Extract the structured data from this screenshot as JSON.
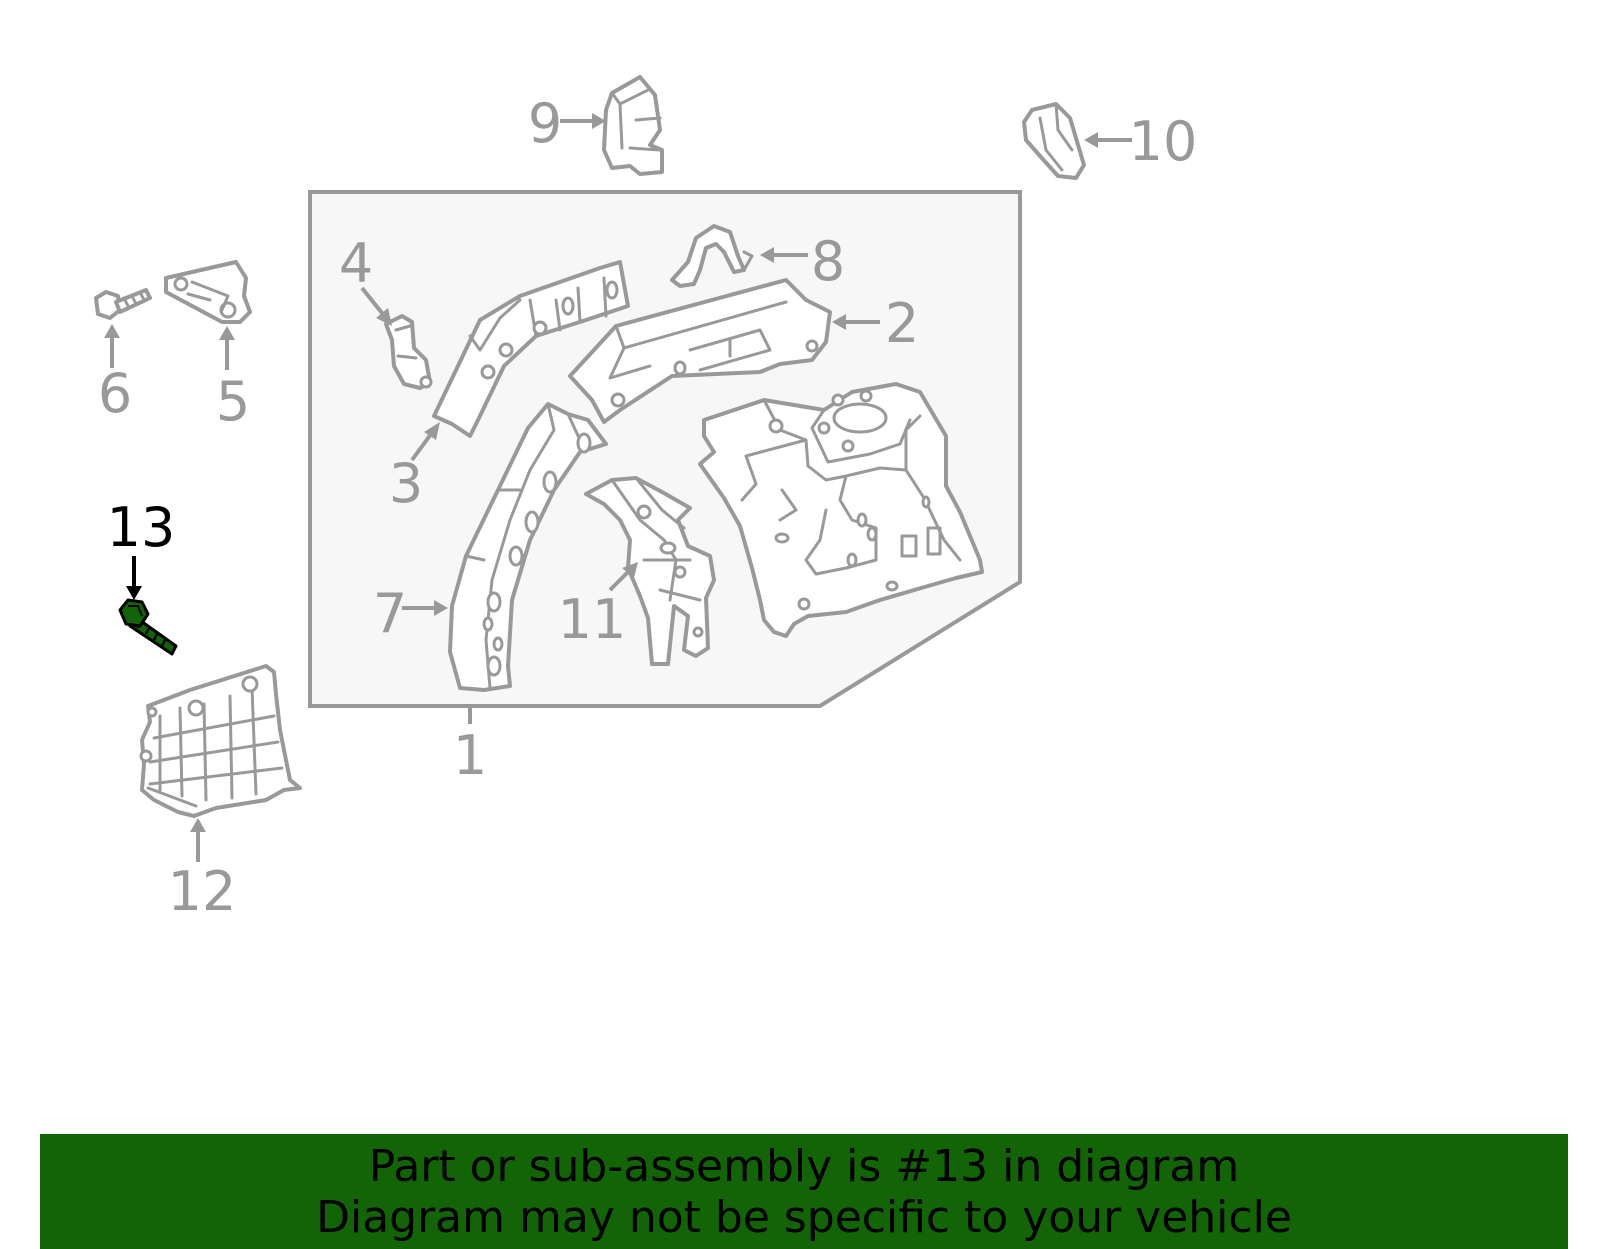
{
  "callouts": {
    "c1": "1",
    "c2": "2",
    "c3": "3",
    "c4": "4",
    "c5": "5",
    "c6": "6",
    "c7": "7",
    "c8": "8",
    "c9": "9",
    "c10": "10",
    "c11": "11",
    "c12": "12",
    "c13": "13"
  },
  "highlight": {
    "part": "13",
    "color": "#136307"
  },
  "banner": {
    "line1": "Part or sub-assembly is #13 in diagram",
    "line2": "Diagram may not be specific to your vehicle",
    "background": "#136307"
  },
  "colors": {
    "line_art": "#999999",
    "panel_fill": "#f7f7f7"
  }
}
